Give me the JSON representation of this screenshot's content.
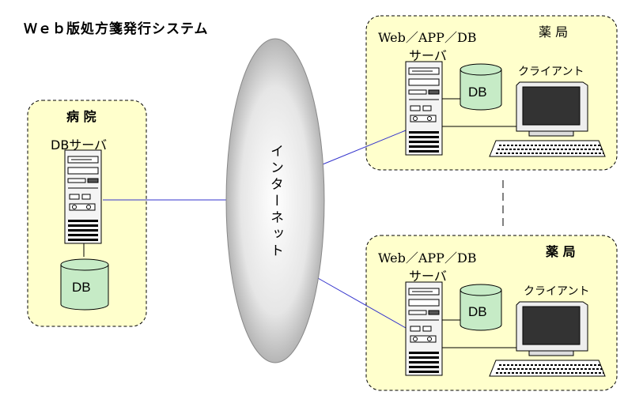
{
  "title": "Ｗｅｂ版処方箋発行システム",
  "internet": {
    "label": "インターネット"
  },
  "hospital": {
    "name": "病 院",
    "server_label": "DBサーバ",
    "db_label": "DB"
  },
  "pharmacies": [
    {
      "name": "薬 局",
      "server_label_line1": "Web／APP／DB",
      "server_label_line2": "サーバ",
      "db_label": "DB",
      "client_label": "クライアント"
    },
    {
      "name": "薬 局",
      "server_label_line1": "Web／APP／DB",
      "server_label_line2": "サーバ",
      "db_label": "DB",
      "client_label": "クライアント"
    }
  ],
  "colors": {
    "zone_fill": "#ffffcc",
    "zone_border": "#000000",
    "db_fill": "#c6ebc6",
    "link_line": "#3333cc",
    "server_fill": "#f4f4f4"
  }
}
